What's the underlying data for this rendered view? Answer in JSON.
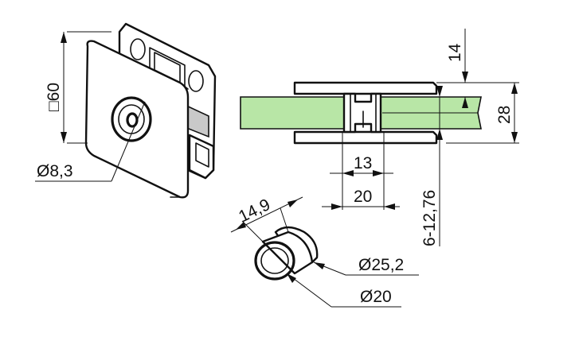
{
  "colors": {
    "glass": "#b8e6a6",
    "line": "#111111",
    "background": "#ffffff",
    "shading": "#c9c9c9"
  },
  "labels": {
    "size_square": "□60",
    "hole_diameter": "Ø8,3",
    "gap_inner": "13",
    "gap_outer": "20",
    "top_offset": "14",
    "glass_thickness": "28",
    "glass_range": "6-12,76",
    "bushing_length": "14,9",
    "bushing_outer_diameter": "Ø25,2",
    "bushing_inner_diameter": "Ø20"
  }
}
